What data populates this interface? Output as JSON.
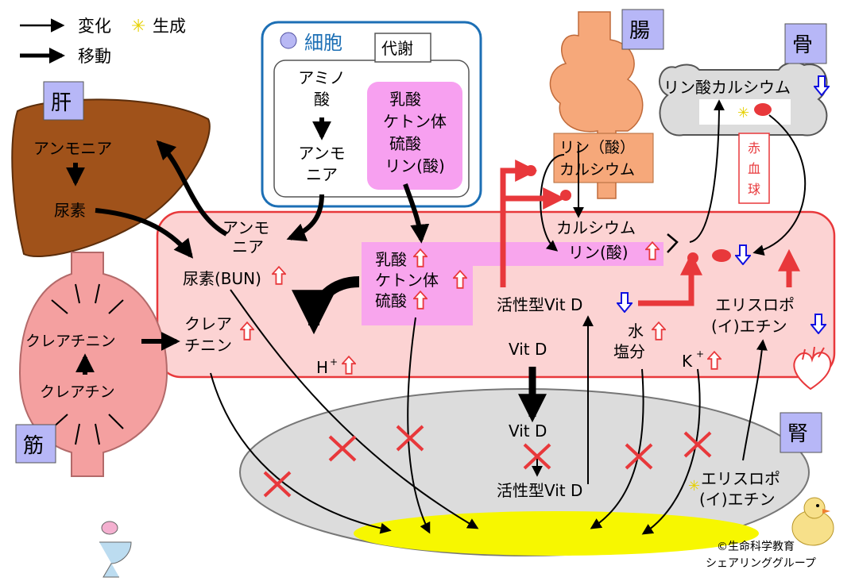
{
  "legend": {
    "change": "変化",
    "generate": "生成",
    "move": "移動"
  },
  "organs": {
    "liver": "肝",
    "muscle": "筋",
    "intestine": "腸",
    "bone": "骨",
    "kidney": "腎"
  },
  "cell": {
    "title": "細胞",
    "metabolism": "代謝",
    "amino_acid": [
      "アミノ",
      "酸"
    ],
    "ammonia": [
      "アンモ",
      "ニア"
    ],
    "acids": [
      "乳酸",
      "ケトン体",
      "硫酸",
      "リン(酸)"
    ]
  },
  "liver_content": {
    "ammonia": "アンモニア",
    "urea": "尿素"
  },
  "muscle_content": {
    "creatinine": "クレアチニン",
    "creatine": "クレアチン"
  },
  "intestine_box": [
    "リン（酸）",
    "カルシウム"
  ],
  "bone_content": {
    "calcium_phosphate": "リン酸カルシウム",
    "rbc": [
      "赤",
      "血",
      "球"
    ]
  },
  "blood": {
    "ammonia": [
      "アンモ",
      "ニア"
    ],
    "bun": "尿素(BUN)",
    "creatinine": [
      "クレア",
      "チニン"
    ],
    "acids": [
      "乳酸",
      "ケトン体",
      "硫酸"
    ],
    "h_ion": "H",
    "h_sup": "+",
    "calcium": "カルシウム",
    "phosphate": "リン(酸)",
    "active_vitd": "活性型Vit D",
    "vitd": "Vit D",
    "water": "水",
    "salt": "塩分",
    "k_ion": "K",
    "k_sup": "+",
    "epo": [
      "エリスロポ",
      "(イ)エチン"
    ]
  },
  "kidney_content": {
    "vitd": "Vit D",
    "active_vitd": "活性型Vit D",
    "epo": [
      "エリスロポ",
      "(イ)エチン"
    ]
  },
  "credit": [
    "©生命科学教育",
    "シェアリンググループ"
  ],
  "colors": {
    "blood_fill": "#fcd3d3",
    "blood_stroke": "#e8383b",
    "acid_fill": "#f7a0f0",
    "liver_fill": "#a0521a",
    "muscle_fill": "#f4a0a0",
    "organ_label_fill": "#b7b7f7",
    "urine": "#f7f700",
    "cell_border": "#1c6fb5",
    "intestine": "#f6a87a",
    "cross": "#e8383b",
    "down_arrow": "#1010e0"
  }
}
